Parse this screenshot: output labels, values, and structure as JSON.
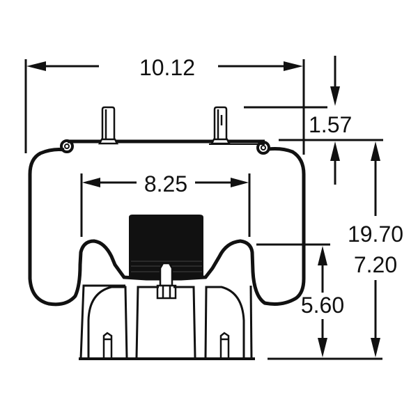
{
  "diagram": {
    "type": "technical-dimension-drawing",
    "subject": "air spring (rolling lobe bellows) side profile",
    "colors": {
      "line": "#111111",
      "background": "#ffffff"
    },
    "dimensions": {
      "overall_width": "10.12",
      "piston_width": "8.25",
      "top_stud_height": "1.57",
      "max_height": "19.70",
      "min_height": "7.20",
      "lobe_height": "5.60"
    }
  }
}
